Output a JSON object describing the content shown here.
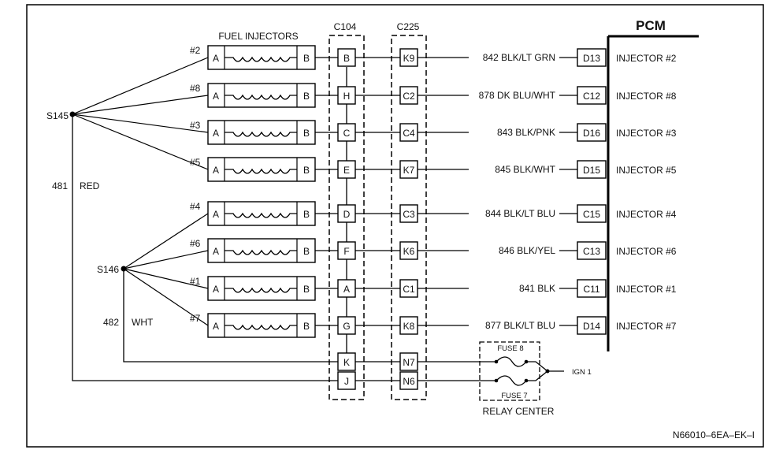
{
  "title": "PCM",
  "fuel_injectors_label": "FUEL INJECTORS",
  "connector_c104": "C104",
  "connector_c225": "C225",
  "splice_s145": "S145",
  "splice_s146": "S146",
  "wire_481": "481",
  "wire_481_color": "RED",
  "wire_482": "482",
  "wire_482_color": "WHT",
  "injectors": [
    {
      "num": "#2",
      "a": "A",
      "b": "B",
      "c104": "B",
      "c225": "K9",
      "wire": "842 BLK/LT GRN",
      "pcm_pin": "D13",
      "pcm_label": "INJECTOR #2"
    },
    {
      "num": "#8",
      "a": "A",
      "b": "B",
      "c104": "H",
      "c225": "C2",
      "wire": "878 DK BLU/WHT",
      "pcm_pin": "C12",
      "pcm_label": "INJECTOR #8"
    },
    {
      "num": "#3",
      "a": "A",
      "b": "B",
      "c104": "C",
      "c225": "C4",
      "wire": "843 BLK/PNK",
      "pcm_pin": "D16",
      "pcm_label": "INJECTOR #3"
    },
    {
      "num": "#5",
      "a": "A",
      "b": "B",
      "c104": "E",
      "c225": "K7",
      "wire": "845 BLK/WHT",
      "pcm_pin": "D15",
      "pcm_label": "INJECTOR #5"
    },
    {
      "num": "#4",
      "a": "A",
      "b": "B",
      "c104": "D",
      "c225": "C3",
      "wire": "844 BLK/LT BLU",
      "pcm_pin": "C15",
      "pcm_label": "INJECTOR #4"
    },
    {
      "num": "#6",
      "a": "A",
      "b": "B",
      "c104": "F",
      "c225": "K6",
      "wire": "846 BLK/YEL",
      "pcm_pin": "C13",
      "pcm_label": "INJECTOR #6"
    },
    {
      "num": "#1",
      "a": "A",
      "b": "B",
      "c104": "A",
      "c225": "C1",
      "wire": "841 BLK",
      "pcm_pin": "C11",
      "pcm_label": "INJECTOR #1"
    },
    {
      "num": "#7",
      "a": "A",
      "b": "B",
      "c104": "G",
      "c225": "K8",
      "wire": "877 BLK/LT BLU",
      "pcm_pin": "D14",
      "pcm_label": "INJECTOR #7"
    }
  ],
  "power_rows": [
    {
      "c104": "K",
      "c225": "N7"
    },
    {
      "c104": "J",
      "c225": "N6"
    }
  ],
  "fuse_top": "FUSE 8",
  "fuse_bottom": "FUSE 7",
  "ign_label": "IGN 1",
  "relay_center": "RELAY CENTER",
  "ref_code": "N66010–6EA–EK–I"
}
